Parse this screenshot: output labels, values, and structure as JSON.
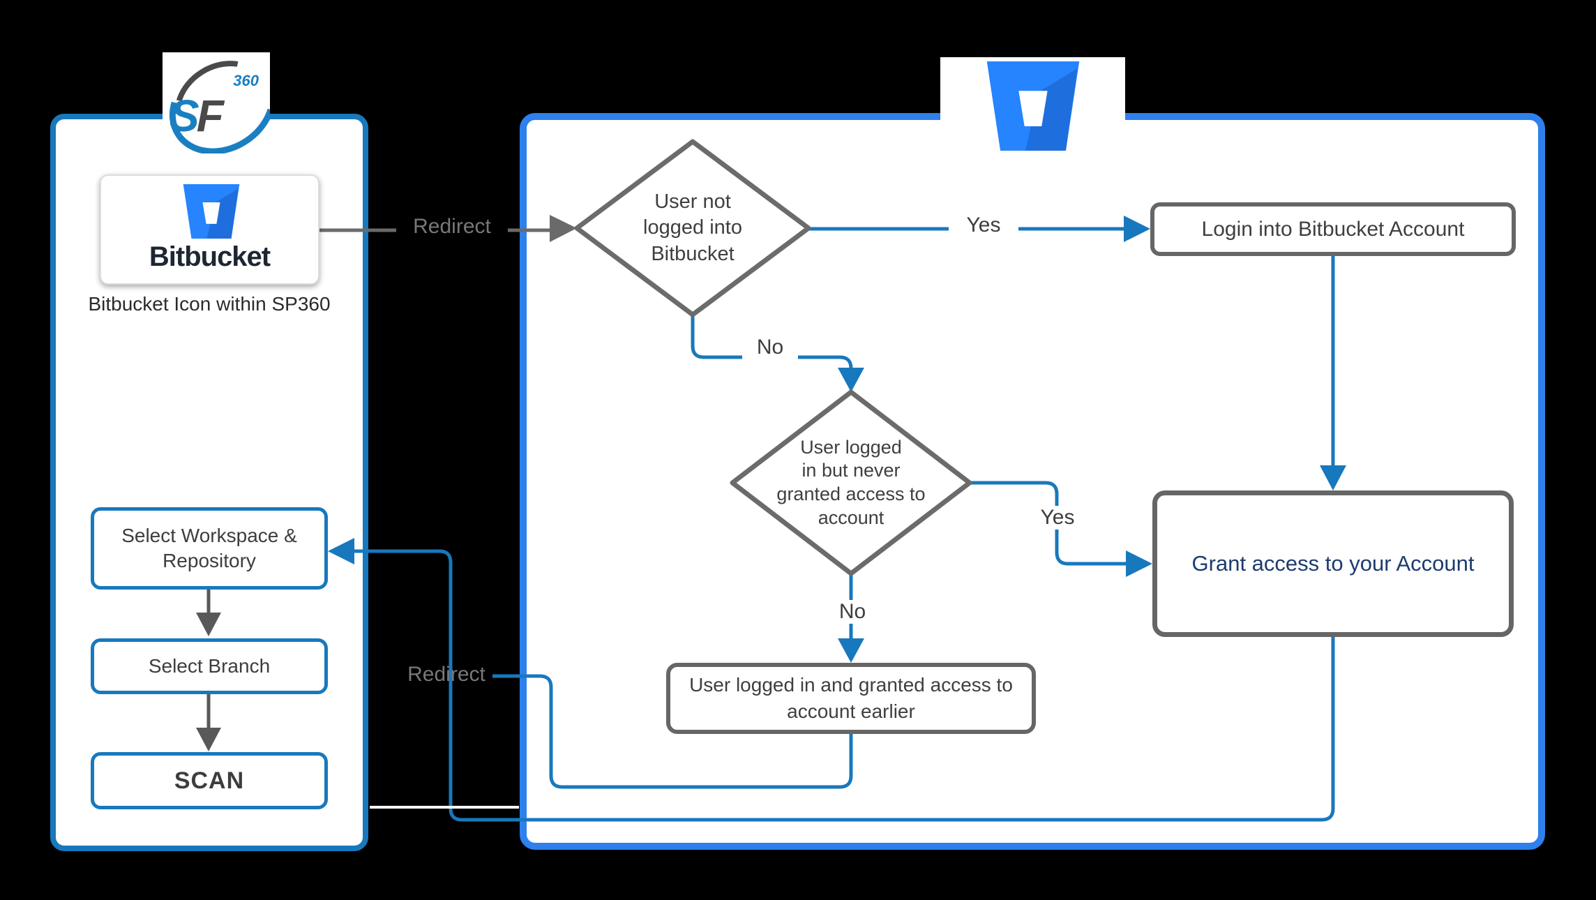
{
  "left_panel": {
    "logo": {
      "sf_s": "S",
      "sf_f": "F",
      "sf_360": "360"
    },
    "card": {
      "wordmark": "Bitbucket"
    },
    "caption": "Bitbucket Icon within SP360",
    "steps": [
      {
        "label": "Select Workspace &\nRepository"
      },
      {
        "label": "Select Branch"
      },
      {
        "label": "SCAN"
      }
    ]
  },
  "right_panel": {
    "diamond_not_logged_in": "User not\nlogged into\nBitbucket",
    "diamond_never_granted": "User logged\nin but never\ngranted access to\naccount",
    "login_box": "Login into Bitbucket Account",
    "grant_box": "Grant access to your Account",
    "result_box": "User logged in and granted access to\naccount earlier"
  },
  "labels": {
    "redirect_top": "Redirect",
    "redirect_bottom": "Redirect",
    "yes_top": "Yes",
    "yes_mid": "Yes",
    "no_top": "No",
    "no_mid": "No"
  },
  "colors": {
    "left_panel_border": "#1878bd",
    "right_panel_border": "#2e80ec",
    "connector_teal": "#1878bd",
    "connector_gray": "#6a6a6a",
    "flow_box_border": "#666666",
    "text_dark": "#3d3d3d",
    "grant_text_navy": "#1d3c6e",
    "bitbucket_blue": "#2684ff",
    "background": "#000000"
  }
}
